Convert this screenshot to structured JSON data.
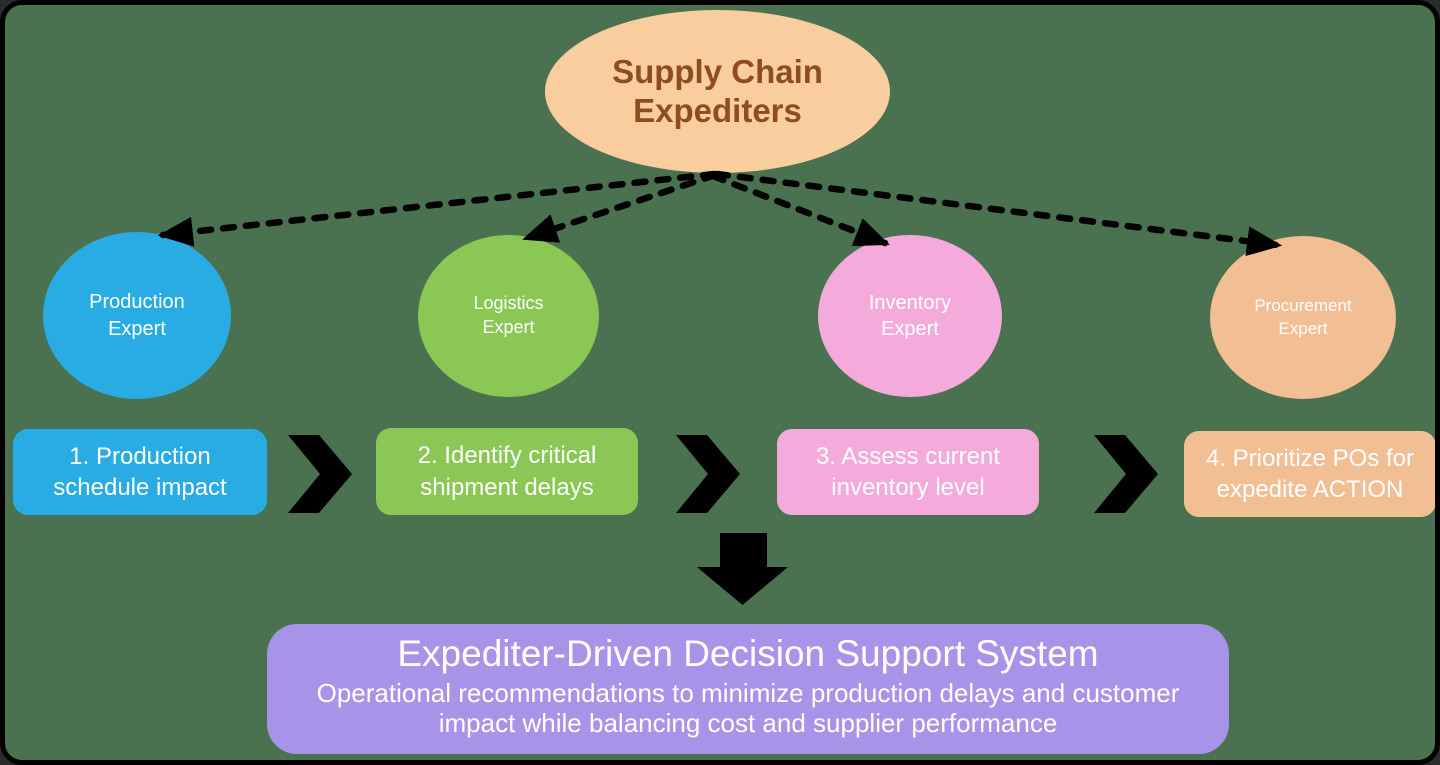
{
  "diagram": {
    "root": {
      "label": "Supply Chain Expediters"
    },
    "experts": [
      {
        "label": "Production Expert",
        "color": "#29ACE3"
      },
      {
        "label": "Logistics Expert",
        "color": "#8BC754"
      },
      {
        "label": "Inventory Expert",
        "color": "#F4ABDB"
      },
      {
        "label": "Procurement Expert",
        "color": "#F2BE93"
      }
    ],
    "steps": [
      {
        "label": "1. Production schedule impact",
        "color": "#29ACE3"
      },
      {
        "label": "2. Identify critical shipment delays",
        "color": "#8BC754"
      },
      {
        "label": "3. Assess current inventory level",
        "color": "#F4ABDB"
      },
      {
        "label": "4. Prioritize POs for expedite ACTION",
        "color": "#F2BE93"
      }
    ],
    "output_box": {
      "title": "Expediter-Driven Decision Support System",
      "subtitle": "Operational recommendations to minimize production delays and customer impact while balancing cost and supplier performance",
      "color": "#A794E8"
    },
    "colors": {
      "background": "#4A7150",
      "frame_border": "#000000",
      "root_ellipse_fill": "#F9CD9E",
      "root_text": "#8E4D20",
      "node_text": "#FFFFFF",
      "arrows": "#000000"
    }
  }
}
